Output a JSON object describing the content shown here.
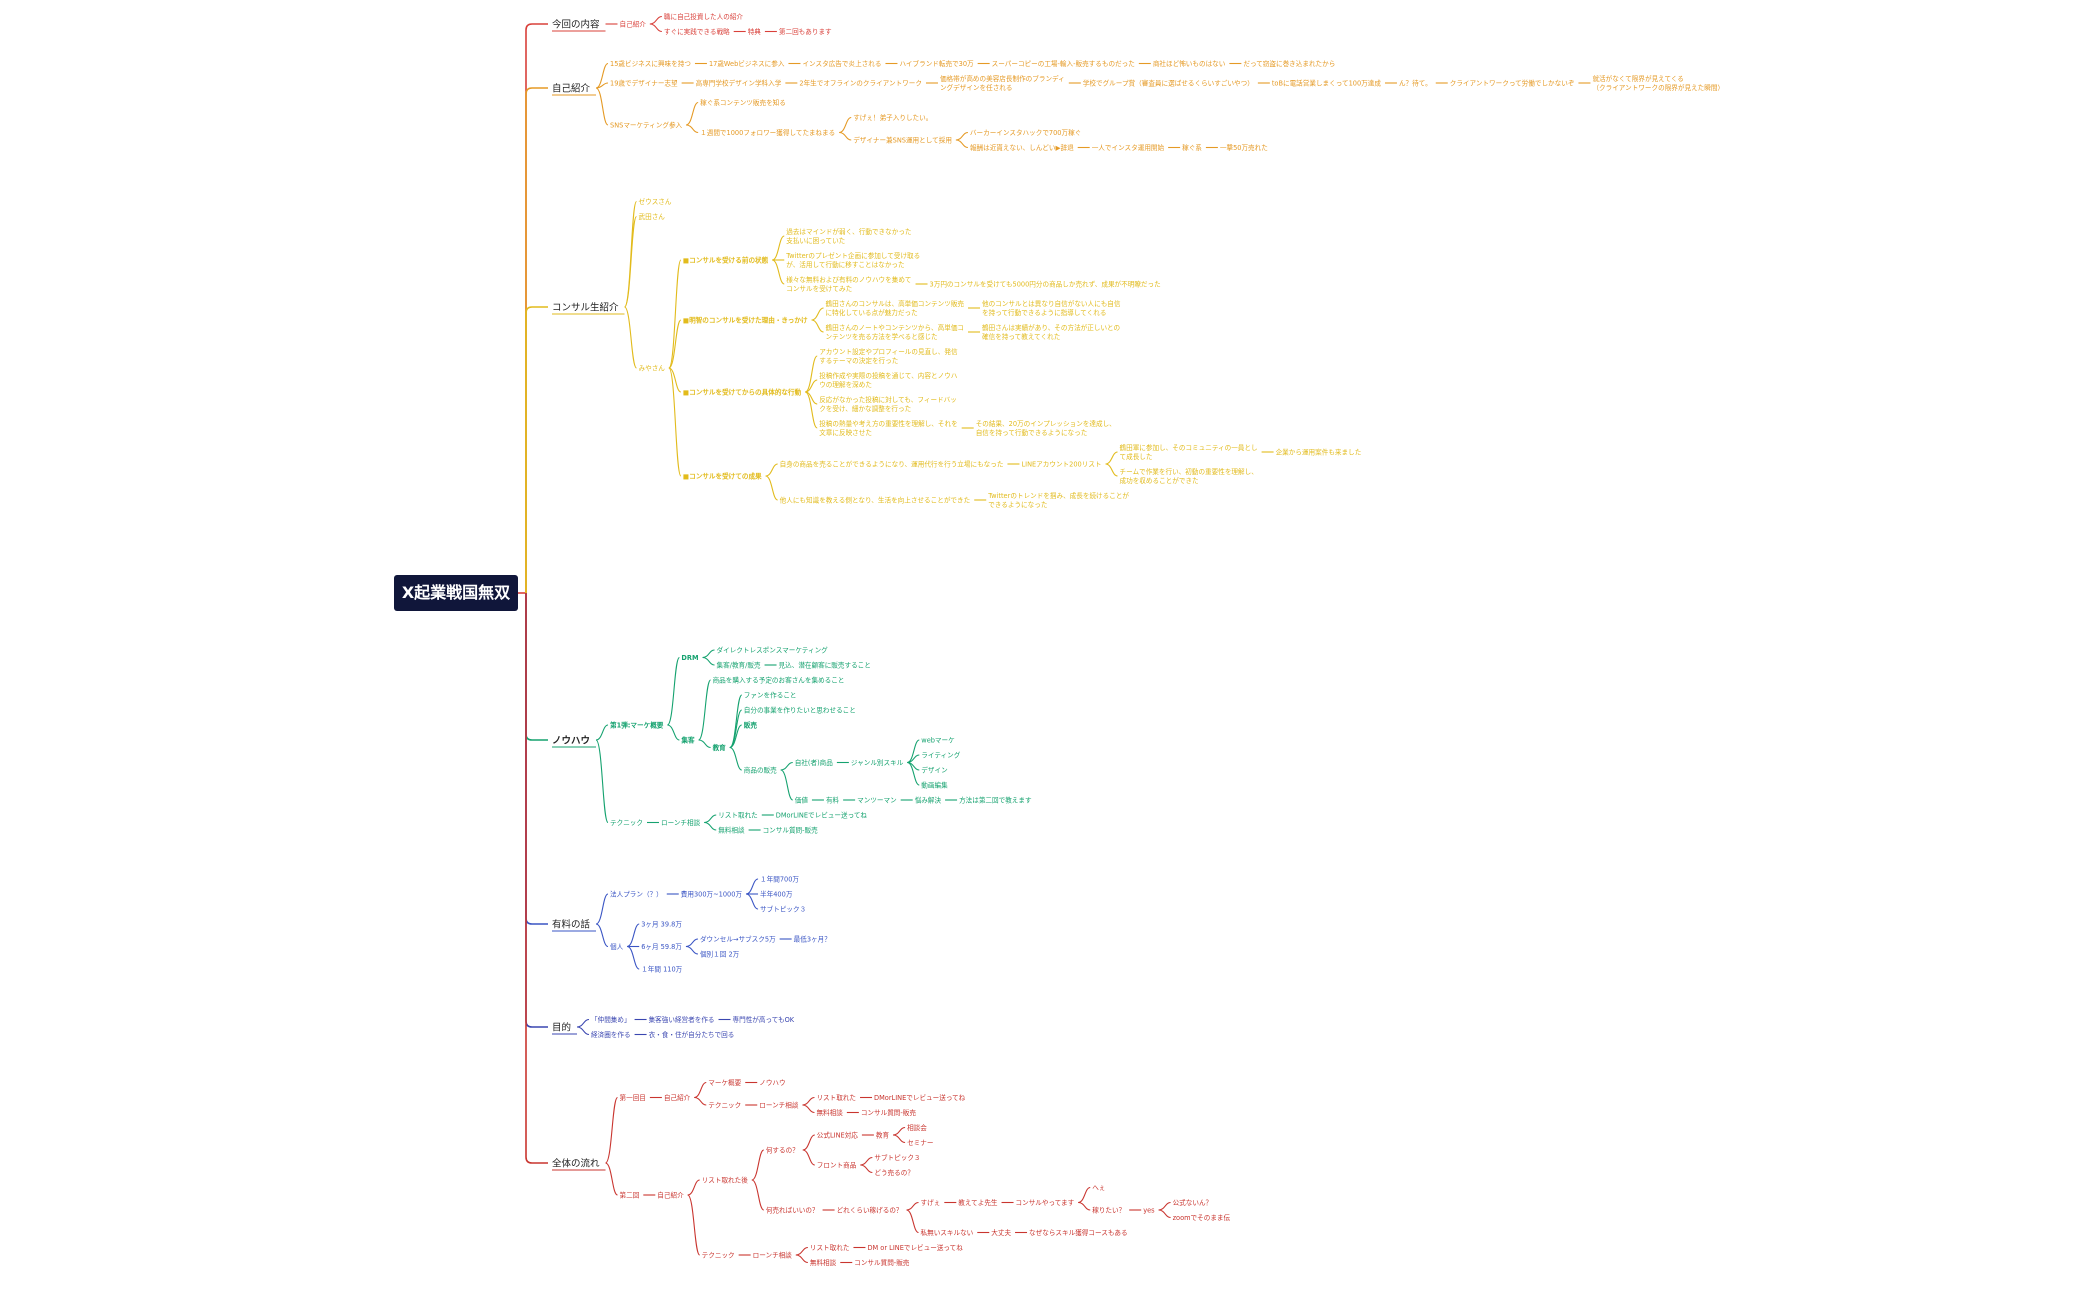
{
  "root": {
    "label": "X起業戦国無双"
  },
  "colors": {
    "b0": "#d9403a",
    "b1": "#e59a25",
    "b2": "#e2bb1c",
    "b3": "#15a26f",
    "b4": "#3a55c4",
    "b5": "#3a46b0",
    "b6": "#c9352f"
  },
  "branches": [
    {
      "label": "今回の内容",
      "children": [
        {
          "label": "自己紹介",
          "children": [
            {
              "label": "職に自己投資した人の紹介"
            },
            {
              "label": "すぐに実践できる戦略",
              "children": [
                {
                  "label": "特典",
                  "children": [
                    {
                      "label": "第二回もあります"
                    }
                  ]
                }
              ]
            }
          ]
        }
      ]
    },
    {
      "label": "自己紹介",
      "children": [
        {
          "label": "15歳ビジネスに興味を持つ",
          "children": [
            {
              "label": "17歳Webビジネスに参入",
              "children": [
                {
                  "label": "インスタ広告で炎上される",
                  "children": [
                    {
                      "label": "ハイブランド転売で30万",
                      "children": [
                        {
                          "label": "スーパーコピーの工場-輸入-販売するものだった",
                          "children": [
                            {
                              "label": "商社ほど怖いものはない",
                              "children": [
                                {
                                  "label": "だって窃盗に巻き込まれたから"
                                }
                              ]
                            }
                          ]
                        }
                      ]
                    }
                  ]
                }
              ]
            }
          ]
        },
        {
          "label": "19歳でデザイナー志望",
          "children": [
            {
              "label": "高専門学校デザイン学科入学",
              "children": [
                {
                  "label": "2年生でオフラインのクライアントワーク",
                  "children": [
                    {
                      "label": "価格帯が高めの美容店長制作のブランディ\nングデザインを任される",
                      "children": [
                        {
                          "label": "学校でグループ賞（審査員に選ばせるくらいすごいやつ）",
                          "children": [
                            {
                              "label": "toBに電話営業しまくって100万達成",
                              "children": [
                                {
                                  "label": "ん？待て。",
                                  "children": [
                                    {
                                      "label": "クライアントワークって労働でしかないぞ",
                                      "children": [
                                        {
                                          "label": "就活がなくて限界が見えてくる\n（クライアントワークの限界が見えた瞬間）"
                                        }
                                      ]
                                    }
                                  ]
                                }
                              ]
                            }
                          ]
                        }
                      ]
                    }
                  ]
                }
              ]
            }
          ]
        },
        {
          "label": "SNSマーケティング参入",
          "children": [
            {
              "label": "稼ぐ系コンテンツ販売を知る"
            },
            {
              "label": "１週間で1000フォロワー獲得してたまねまる",
              "children": [
                {
                  "label": "すげぇ！弟子入りしたい。"
                },
                {
                  "label": "デザイナー兼SNS運用として採用",
                  "children": [
                    {
                      "label": "バーカーインスタハックで700万稼ぐ"
                    },
                    {
                      "label": "報酬は近貰えない、しんどい▶辞退",
                      "children": [
                        {
                          "label": "一人でインスタ運用開始",
                          "children": [
                            {
                              "label": "稼ぐ系",
                              "children": [
                                {
                                  "label": "一撃50万売れた"
                                }
                              ]
                            }
                          ]
                        }
                      ]
                    }
                  ]
                }
              ]
            }
          ]
        }
      ]
    },
    {
      "label": "コンサル生紹介",
      "children": [
        {
          "label": "ゼウスさん"
        },
        {
          "label": "武田さん"
        },
        {
          "label": "みやさん",
          "children": [
            {
              "label": "■コンサルを受ける前の状態",
              "bold": true,
              "children": [
                {
                  "label": "過去はマインドが弱く、行動できなかった\n支払いに困っていた"
                },
                {
                  "label": "Twitterのプレゼント企画に参加して受け取る\nが、活用して行動に移すことはなかった"
                },
                {
                  "label": "様々な無料および有料のノウハウを集めて\nコンサルを受けてみた",
                  "children": [
                    {
                      "label": "3万円のコンサルを受けても5000円分の商品しか売れず、成果が不明瞭だった"
                    }
                  ]
                }
              ]
            },
            {
              "label": "■明智のコンサルを受けた理由・きっかけ",
              "bold": true,
              "children": [
                {
                  "label": "鶴田さんのコンサルは、高単価コンテンツ販売\nに特化している点が魅力だった",
                  "children": [
                    {
                      "label": "他のコンサルとは異なり自信がない人にも自信\nを持って行動できるように指導してくれる"
                    }
                  ]
                },
                {
                  "label": "鶴田さんのノートやコンテンツから、高単価コ\nンテンツを売る方法を学べると感じた",
                  "children": [
                    {
                      "label": "鶴田さんは実績があり、その方法が正しいとの\n確信を持って教えてくれた"
                    }
                  ]
                }
              ]
            },
            {
              "label": "■コンサルを受けてからの具体的な行動",
              "bold": true,
              "children": [
                {
                  "label": "アカウント設定やプロフィールの見直し、発信\nするテーマの決定を行った"
                },
                {
                  "label": "投稿作成や実際の投稿を通じて、内容とノウハ\nウの理解を深めた"
                },
                {
                  "label": "反応がなかった投稿に対しても、フィードバッ\nクを受け、細かな調整を行った"
                },
                {
                  "label": "投稿の熱量や考え方の重要性を理解し、それを\n文章に反映させた",
                  "children": [
                    {
                      "label": "その結果、20万のインプレッションを達成し、\n自信を持って行動できるようになった"
                    }
                  ]
                }
              ]
            },
            {
              "label": "■コンサルを受けての成果",
              "bold": true,
              "children": [
                {
                  "label": "自身の商品を売ることができるようになり、運用代行を行う立場にもなった",
                  "children": [
                    {
                      "label": "LINEアカウント200リスト",
                      "children": [
                        {
                          "label": "鶴田軍に参加し、そのコミュニティの一員とし\nて成長した",
                          "children": [
                            {
                              "label": "企業から運用案件も来ました"
                            }
                          ]
                        },
                        {
                          "label": "チームで作業を行い、初動の重要性を理解し、\n成功を収めることができた"
                        }
                      ]
                    }
                  ]
                },
                {
                  "label": "他人にも知識を教える側となり、生活を向上させることができた",
                  "children": [
                    {
                      "label": "Twitterのトレンドを掴み、成長を続けることが\nできるようになった"
                    }
                  ]
                }
              ]
            }
          ]
        }
      ]
    },
    {
      "label": "ノウハウ",
      "bold": true,
      "children": [
        {
          "label": "第1弾:マーケ概要",
          "bold": true,
          "children": [
            {
              "label": "DRM",
              "bold": true,
              "children": [
                {
                  "label": "ダイレクトレスポンスマーケティング"
                },
                {
                  "label": "集客/教育/販売",
                  "children": [
                    {
                      "label": "見込、潜在顧客に販売すること"
                    }
                  ]
                }
              ]
            },
            {
              "label": "集客",
              "bold": true,
              "children": [
                {
                  "label": "商品を購入する予定のお客さんを集めること"
                },
                {
                  "label": "教育",
                  "bold": true,
                  "children": [
                    {
                      "label": "ファンを作ること"
                    },
                    {
                      "label": "自分の事業を作りたいと思わせること"
                    },
                    {
                      "label": "販売",
                      "bold": true
                    },
                    {
                      "label": "商品の販売",
                      "children": [
                        {
                          "label": "自社(者)商品",
                          "children": [
                            {
                              "label": "ジャンル別スキル",
                              "children": [
                                {
                                  "label": "webマーケ"
                                },
                                {
                                  "label": "ライティング"
                                },
                                {
                                  "label": "デザイン"
                                },
                                {
                                  "label": "動画編集"
                                }
                              ]
                            }
                          ]
                        },
                        {
                          "label": "価値",
                          "children": [
                            {
                              "label": "有料",
                              "children": [
                                {
                                  "label": "マンツーマン",
                                  "children": [
                                    {
                                      "label": "悩み解決",
                                      "children": [
                                        {
                                          "label": "方法は第二回で教えます"
                                        }
                                      ]
                                    }
                                  ]
                                }
                              ]
                            }
                          ]
                        }
                      ]
                    }
                  ]
                }
              ]
            }
          ]
        },
        {
          "label": "テクニック",
          "children": [
            {
              "label": "ローンチ相談",
              "children": [
                {
                  "label": "リスト取れた",
                  "children": [
                    {
                      "label": "DMorLINEでレビュー送ってね"
                    }
                  ]
                },
                {
                  "label": "無料相談",
                  "children": [
                    {
                      "label": "コンサル質問-販売"
                    }
                  ]
                }
              ]
            }
          ]
        }
      ]
    },
    {
      "label": "有料の話",
      "children": [
        {
          "label": "法人プラン（？）",
          "children": [
            {
              "label": "費用300万~1000万",
              "children": [
                {
                  "label": "１年間700万"
                },
                {
                  "label": "半年400万"
                },
                {
                  "label": "サブトピック３"
                }
              ]
            }
          ]
        },
        {
          "label": "個人",
          "children": [
            {
              "label": "3ヶ月 39.8万"
            },
            {
              "label": "6ヶ月 59.8万",
              "children": [
                {
                  "label": "ダウンセル→サブスク5万",
                  "children": [
                    {
                      "label": "最低3ヶ月？"
                    }
                  ]
                },
                {
                  "label": "個別１回 2万"
                }
              ]
            },
            {
              "label": "１年間 110万"
            }
          ]
        }
      ]
    },
    {
      "label": "目的",
      "children": [
        {
          "label": "「仲間集め」",
          "children": [
            {
              "label": "集客強い経営者を作る",
              "children": [
                {
                  "label": "専門性が高ってもOK"
                }
              ]
            }
          ]
        },
        {
          "label": "経済圏を作る",
          "children": [
            {
              "label": "衣・食・住が自分たちで回る"
            }
          ]
        }
      ]
    },
    {
      "label": "全体の流れ",
      "children": [
        {
          "label": "第一回目",
          "children": [
            {
              "label": "自己紹介",
              "children": [
                {
                  "label": "マーケ概要",
                  "children": [
                    {
                      "label": "ノウハウ"
                    }
                  ]
                },
                {
                  "label": "テクニック",
                  "children": [
                    {
                      "label": "ローンチ相談",
                      "children": [
                        {
                          "label": "リスト取れた",
                          "children": [
                            {
                              "label": "DMorLINEでレビュー送ってね"
                            }
                          ]
                        },
                        {
                          "label": "無料相談",
                          "children": [
                            {
                              "label": "コンサル質問-販売"
                            }
                          ]
                        }
                      ]
                    }
                  ]
                }
              ]
            }
          ]
        },
        {
          "label": "第二回",
          "children": [
            {
              "label": "自己紹介",
              "children": [
                {
                  "label": "リスト取れた後",
                  "children": [
                    {
                      "label": "何するの？",
                      "children": [
                        {
                          "label": "公式LINE対応",
                          "children": [
                            {
                              "label": "教育",
                              "children": [
                                {
                                  "label": "相談会"
                                },
                                {
                                  "label": "セミナー"
                                }
                              ]
                            }
                          ]
                        },
                        {
                          "label": "フロント商品",
                          "children": [
                            {
                              "label": "サブトピック３"
                            },
                            {
                              "label": "どう売るの？"
                            }
                          ]
                        }
                      ]
                    },
                    {
                      "label": "何売ればいいの？",
                      "children": [
                        {
                          "label": "どれくらい稼げるの？",
                          "children": [
                            {
                              "label": "すげぇ",
                              "children": [
                                {
                                  "label": "教えてよ先生",
                                  "children": [
                                    {
                                      "label": "コンサルやってます",
                                      "children": [
                                        {
                                          "label": "へぇ"
                                        },
                                        {
                                          "label": "稼りたい？",
                                          "children": [
                                            {
                                              "label": "yes",
                                              "children": [
                                                {
                                                  "label": "公式ないん？"
                                                },
                                                {
                                                  "label": "zoomでそのまま伝"
                                                }
                                              ]
                                            }
                                          ]
                                        }
                                      ]
                                    }
                                  ]
                                }
                              ]
                            },
                            {
                              "label": "私無いスキルない",
                              "children": [
                                {
                                  "label": "大丈夫",
                                  "children": [
                                    {
                                      "label": "なぜならスキル獲得コースもある"
                                    }
                                  ]
                                }
                              ]
                            }
                          ]
                        }
                      ]
                    }
                  ]
                },
                {
                  "label": "テクニック",
                  "children": [
                    {
                      "label": "ローンチ相談",
                      "children": [
                        {
                          "label": "リスト取れた",
                          "children": [
                            {
                              "label": "DM or LINEでレビュー送ってね"
                            }
                          ]
                        },
                        {
                          "label": "無料相談",
                          "children": [
                            {
                              "label": "コンサル質問-販売"
                            }
                          ]
                        }
                      ]
                    }
                  ]
                }
              ]
            }
          ]
        }
      ]
    }
  ]
}
